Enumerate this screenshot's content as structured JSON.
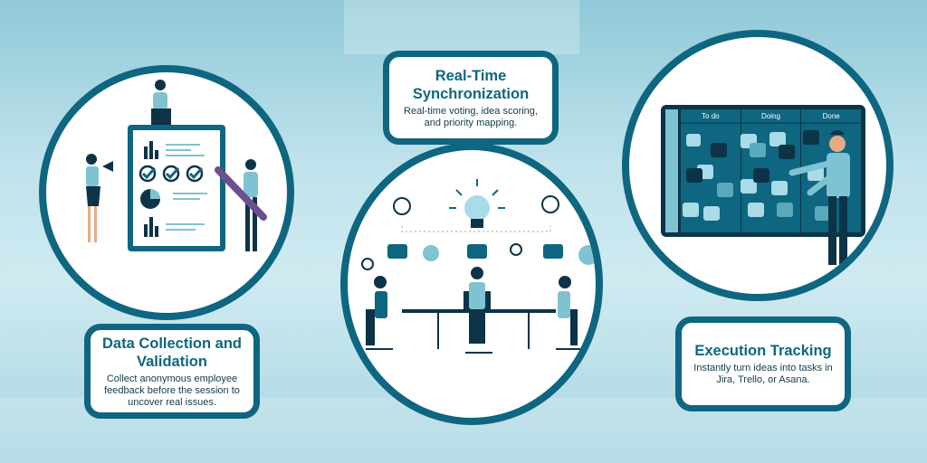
{
  "cards": [
    {
      "title": "Data Collection and Validation",
      "description": "Collect anonymous employee feedback before the session to uncover real issues."
    },
    {
      "title": "Real-Time Synchronization",
      "description": "Real-time voting, idea scoring, and priority mapping."
    },
    {
      "title": "Execution Tracking",
      "description": "Instantly turn ideas into tasks in Jira, Trello, or Asana."
    }
  ],
  "kanban": {
    "columns": [
      "To do",
      "Doing",
      "Done"
    ]
  },
  "colors": {
    "primary": "#0e6680",
    "dark": "#0d3347",
    "accent": "#7fc3d3",
    "bg": "#bfe2ec"
  }
}
